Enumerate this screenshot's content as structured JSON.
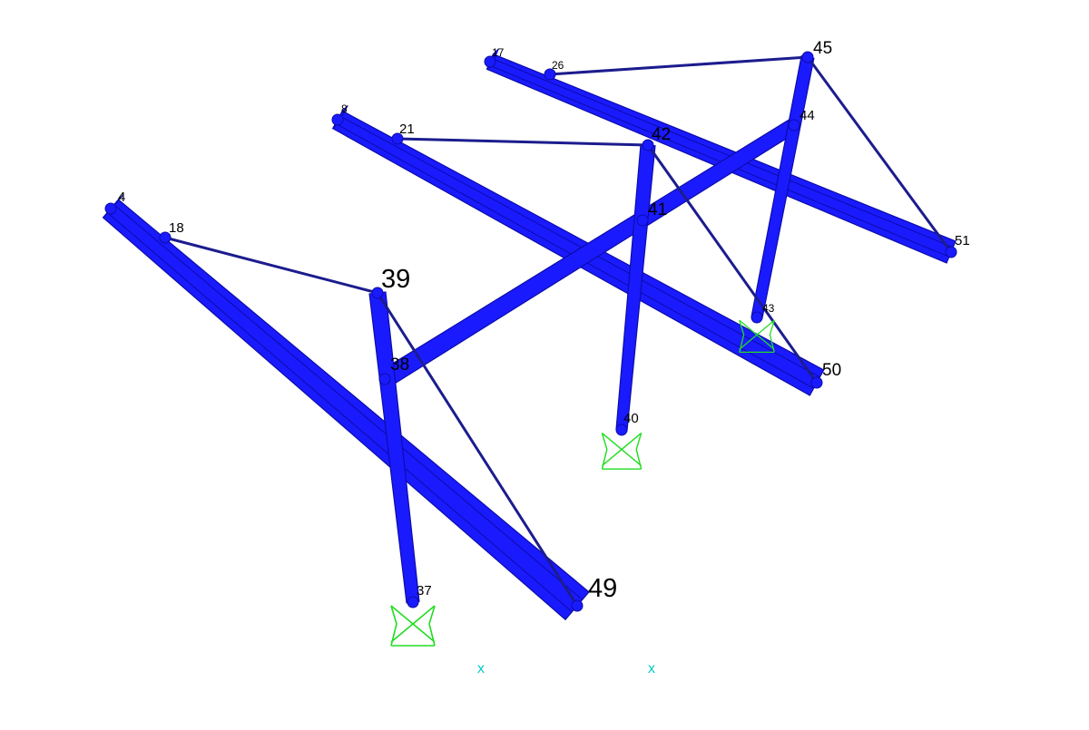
{
  "colors": {
    "member": "#1a1aff",
    "member_dark": "#0c0ca8",
    "cable": "#1c1c8e",
    "support": "#22dd22",
    "axis": "#00cccc",
    "background": "#ffffff"
  },
  "nodes": [
    {
      "id": "n4",
      "label": "4"
    },
    {
      "id": "n18",
      "label": "18"
    },
    {
      "id": "n39",
      "label": "39"
    },
    {
      "id": "n38",
      "label": "38"
    },
    {
      "id": "n37",
      "label": "37"
    },
    {
      "id": "n49",
      "label": "49"
    },
    {
      "id": "n8",
      "label": "8"
    },
    {
      "id": "n21",
      "label": "21"
    },
    {
      "id": "n42",
      "label": "42"
    },
    {
      "id": "n41",
      "label": "41"
    },
    {
      "id": "n40",
      "label": "40"
    },
    {
      "id": "n50",
      "label": "50"
    },
    {
      "id": "n17",
      "label": "17"
    },
    {
      "id": "n26",
      "label": "26"
    },
    {
      "id": "n45",
      "label": "45"
    },
    {
      "id": "n44",
      "label": "44"
    },
    {
      "id": "n43",
      "label": "43"
    },
    {
      "id": "n51",
      "label": "51"
    }
  ],
  "members": [
    {
      "name": "rafter-left",
      "type": "rafter"
    },
    {
      "name": "rafter-middle",
      "type": "rafter"
    },
    {
      "name": "rafter-right",
      "type": "rafter"
    },
    {
      "name": "longitudinal-beam",
      "type": "beam"
    },
    {
      "name": "column-left",
      "type": "column"
    },
    {
      "name": "column-middle",
      "type": "column"
    },
    {
      "name": "column-right",
      "type": "column"
    }
  ],
  "cables": [
    {
      "name": "cable-18-39"
    },
    {
      "name": "cable-39-49"
    },
    {
      "name": "cable-21-42"
    },
    {
      "name": "cable-42-50"
    },
    {
      "name": "cable-26-45"
    },
    {
      "name": "cable-45-51"
    }
  ],
  "supports": [
    {
      "name": "support-37",
      "type": "fixed"
    },
    {
      "name": "support-40",
      "type": "fixed"
    },
    {
      "name": "support-43",
      "type": "fixed"
    }
  ],
  "axis_glyphs": [
    "x",
    "x"
  ]
}
